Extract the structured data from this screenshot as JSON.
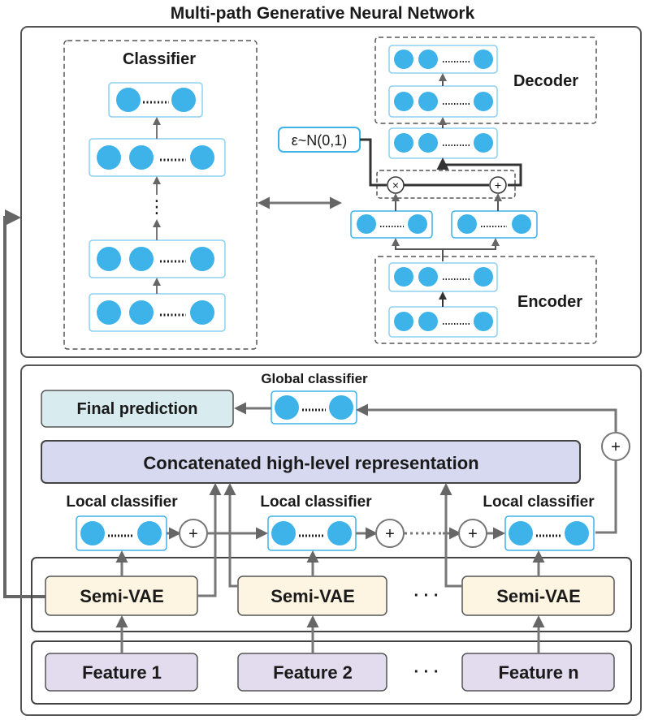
{
  "title": "Multi-path Generative Neural Network",
  "top_panel": {
    "classifier_label": "Classifier",
    "decoder_label": "Decoder",
    "encoder_label": "Encoder",
    "noise_label": "ε~N(0,1)",
    "multiply_symbol": "×",
    "add_symbol": "+",
    "vertical_ellipsis": "⋮"
  },
  "bottom_panel": {
    "final_prediction": "Final prediction",
    "global_classifier": "Global classifier",
    "concatenated": "Concatenated high-level representation",
    "local_classifiers": [
      "Local classifier",
      "Local classifier",
      "Local classifier"
    ],
    "semi_vae": [
      "Semi-VAE",
      "Semi-VAE",
      "Semi-VAE"
    ],
    "features": [
      "Feature 1",
      "Feature 2",
      "Feature n"
    ],
    "plus_symbol": "+",
    "horizontal_ellipsis": "· · ·"
  },
  "colors": {
    "node_fill": "#3db3ea",
    "node_box_border": "#8dd0ef",
    "final_prediction_fill": "#d8ecf0",
    "concatenated_fill": "#d6d9ef",
    "semi_vae_fill": "#fdf5e1",
    "feature_fill": "#e2dcee",
    "arrow": "#777777"
  }
}
